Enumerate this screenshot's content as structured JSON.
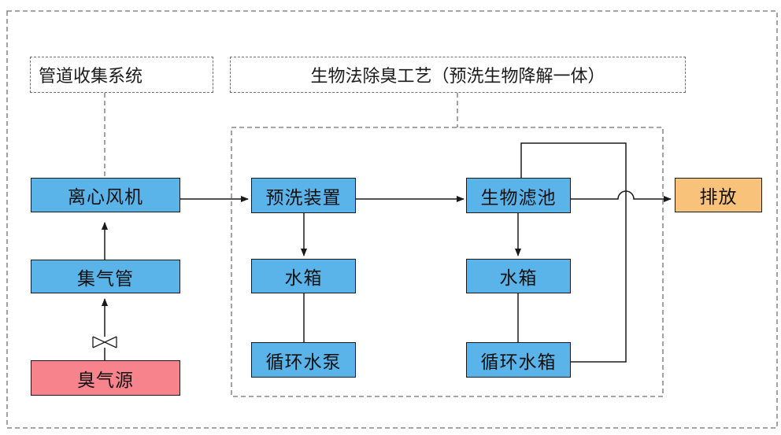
{
  "colors": {
    "blue": "#5ab4ea",
    "pink": "#f7838c",
    "orange": "#f9c27b",
    "line": "#1a1a1a",
    "dashed": "#707070"
  },
  "labels": {
    "pipe_system": "管道收集系统",
    "bio_process": "生物法除臭工艺（预洗生物降解一体）"
  },
  "nodes": {
    "fan": "离心风机",
    "collector": "集气管",
    "odor_source": "臭气源",
    "prewash": "预洗装置",
    "tank1": "水箱",
    "pump": "循环水泵",
    "biofilter": "生物滤池",
    "tank2": "水箱",
    "circ_tank": "循环水箱",
    "discharge": "排放"
  },
  "icons": {
    "valve": "valve-icon"
  }
}
